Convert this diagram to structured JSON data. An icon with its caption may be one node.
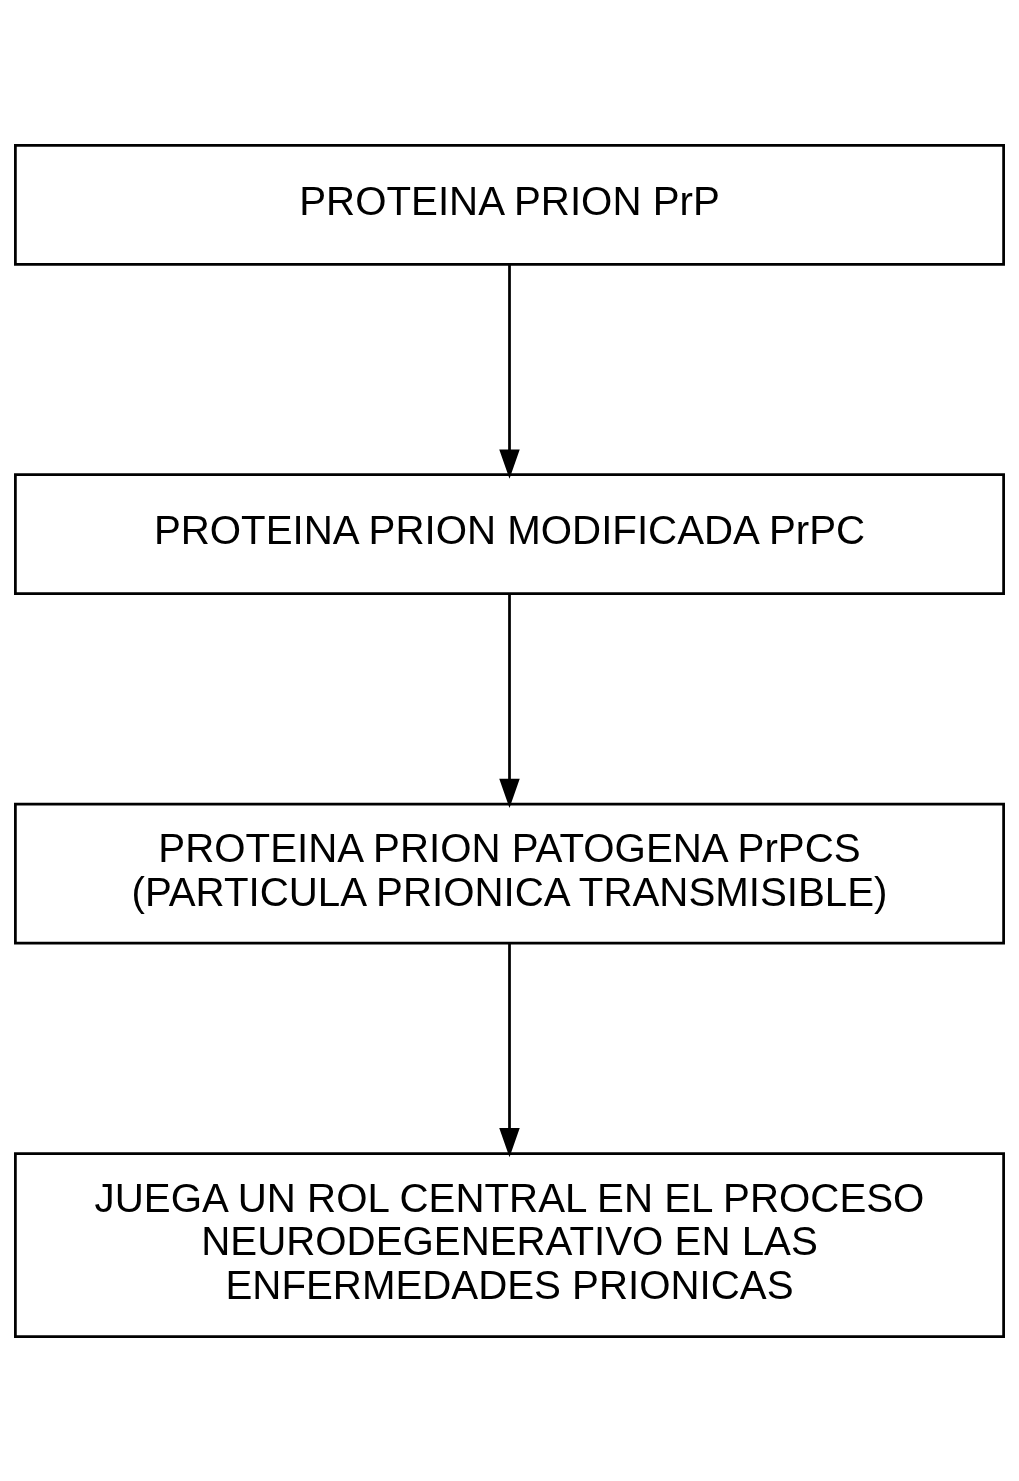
{
  "diagram": {
    "nodes": [
      {
        "text": [
          "PROTEINA PRION PrP"
        ]
      },
      {
        "text": [
          "PROTEINA PRION MODIFICADA PrPC"
        ]
      },
      {
        "text": [
          "PROTEINA PRION PATOGENA PrPCS (PARTICULA PRIONICA TRANSMISIBLE)"
        ]
      },
      {
        "text": [
          "JUEGA UN ROL CENTRAL EN EL PROCESO NEURODEGENERATIVO EN LAS ENFERMEDADES PRIONICAS"
        ]
      }
    ],
    "edges": [
      {
        "from": 0,
        "to": 1,
        "arrow": "to"
      },
      {
        "from": 1,
        "to": 2,
        "arrow": "to"
      },
      {
        "from": 2,
        "to": 3,
        "arrow": "to"
      }
    ]
  }
}
